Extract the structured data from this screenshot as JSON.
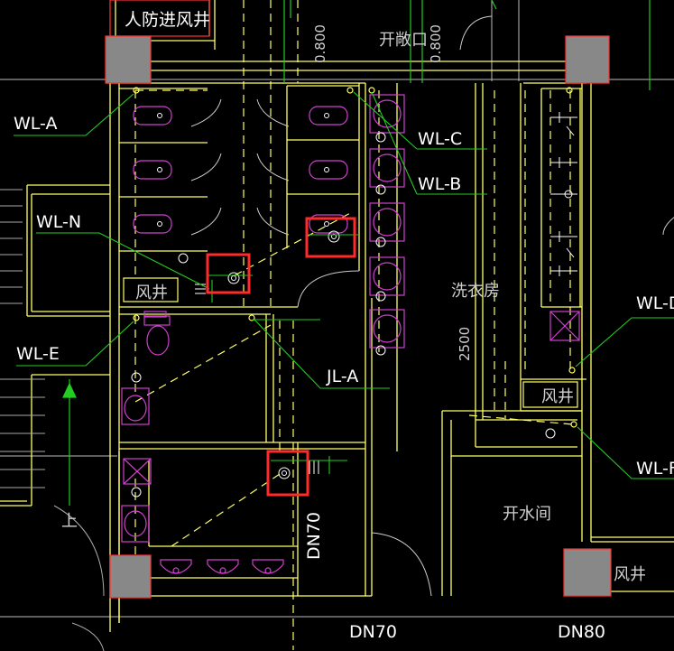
{
  "labels": {
    "civil_air_vent": "人防进风井",
    "open_cutout": "开敞口",
    "laundry": "洗衣房",
    "boiler_room": "开水间",
    "air_shaft_1": "风井",
    "air_shaft_2": "风井",
    "air_shaft_3": "风井",
    "up": "上",
    "dim_0800_left": "0.800",
    "dim_0800_right": "0.800",
    "dim_2500": "2500",
    "pipe_dn70_vertical": "DN70",
    "pipe_dn70_bottom": "DN70",
    "pipe_dn80_bottom": "DN80"
  },
  "pipe_tags": {
    "wl_a": "WL-A",
    "wl_n": "WL-N",
    "wl_e": "WL-E",
    "wl_c": "WL-C",
    "wl_b": "WL-B",
    "jl_a": "JL-A",
    "wl_d": "WL-D",
    "wl_f": "WL-F"
  },
  "colors": {
    "background": "#000000",
    "wall": "#ffff66",
    "fixture": "#d040d0",
    "leader": "#22cc22",
    "column_fill": "#888888",
    "highlight": "#ff2a2a",
    "text": "#ffffff"
  }
}
